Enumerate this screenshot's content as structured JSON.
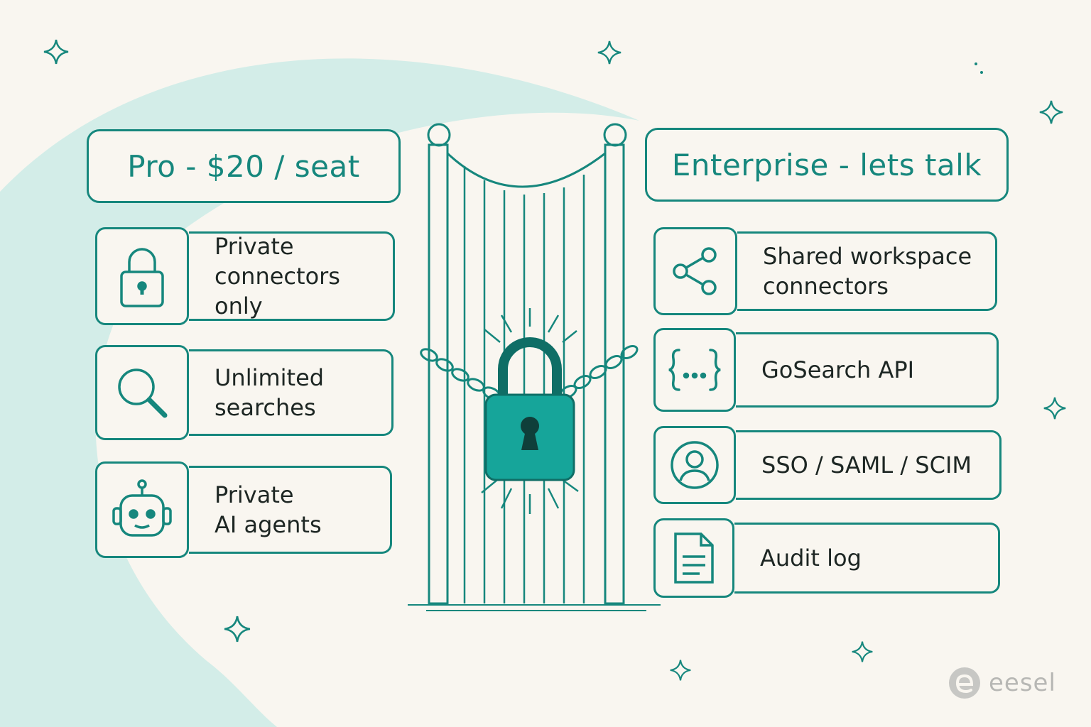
{
  "pro": {
    "title": "Pro - $20 / seat",
    "features": [
      {
        "icon": "lock-icon",
        "text": "Private\nconnectors only"
      },
      {
        "icon": "search-icon",
        "text": "Unlimited\nsearches"
      },
      {
        "icon": "robot-icon",
        "text": "Private\nAI agents"
      }
    ]
  },
  "enterprise": {
    "title": "Enterprise - lets talk",
    "features": [
      {
        "icon": "share-icon",
        "text": "Shared workspace\nconnectors"
      },
      {
        "icon": "code-braces-icon",
        "text": "GoSearch API"
      },
      {
        "icon": "user-circle-icon",
        "text": "SSO / SAML / SCIM"
      },
      {
        "icon": "document-icon",
        "text": "Audit log"
      }
    ]
  },
  "center": {
    "icon": "padlock-gate-icon"
  },
  "brand": {
    "name": "eesel"
  },
  "colors": {
    "accent": "#16877d",
    "lock": "#16a59a",
    "background": "#f9f6f0",
    "swoosh": "#d3ede8"
  }
}
